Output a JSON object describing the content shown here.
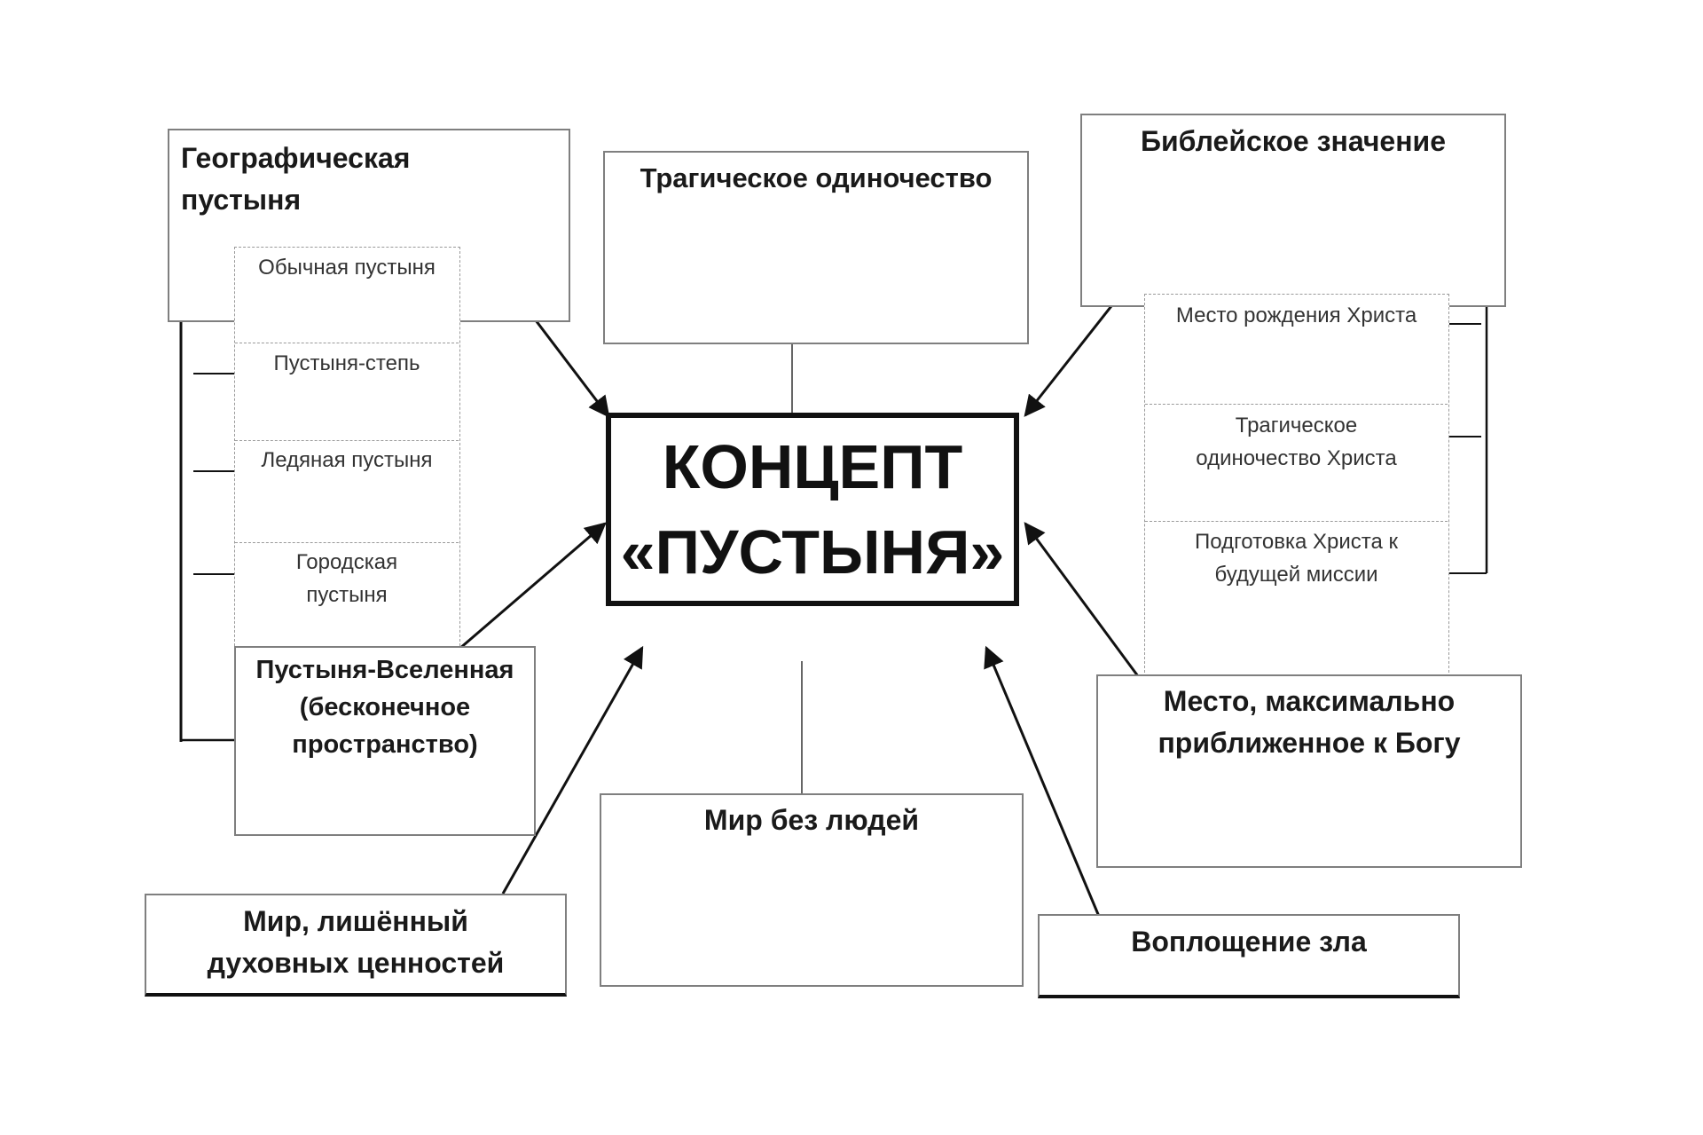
{
  "center": {
    "line1": "КОНЦЕПТ",
    "line2": "«ПУСТЫНЯ»"
  },
  "geographic": {
    "title_line1": "Географическая",
    "title_line2": "пустыня",
    "subtypes": {
      "ordinary": "Обычная пустыня",
      "steppe": "Пустыня-степь",
      "icy": "Ледяная пустыня",
      "urban_line1": "Городская",
      "urban_line2": "пустыня"
    }
  },
  "tragic": {
    "title": "Трагическое одиночество"
  },
  "biblical": {
    "title": "Библейское значение",
    "subtypes": {
      "birth": "Место рождения Христа",
      "loneliness_line1": "Трагическое",
      "loneliness_line2": "одиночество Христа",
      "mission_line1": "Подготовка Христа к",
      "mission_line2": "будущей миссии"
    }
  },
  "universe": {
    "line1": "Пустыня-Вселенная",
    "line2": "(бесконечное",
    "line3": "пространство)"
  },
  "spiritless": {
    "line1": "Мир, лишённый",
    "line2": "духовных ценностей"
  },
  "no_people": {
    "title": "Мир без людей"
  },
  "closest_god": {
    "line1": "Место, максимально",
    "line2": "приближенное к Богу"
  },
  "evil": {
    "title": "Воплощение зла"
  },
  "colors": {
    "frame": "#7f7f7f",
    "dashed": "#9a9a9a",
    "ink": "#111111"
  }
}
